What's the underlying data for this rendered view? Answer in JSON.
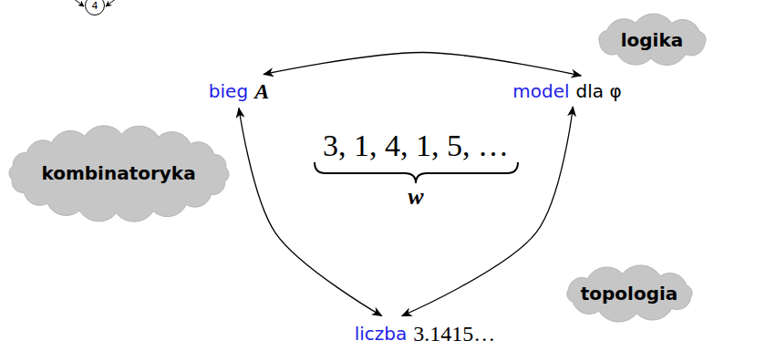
{
  "diagram": {
    "nodes": [
      {
        "text": [
          "4"
        ]
      },
      {
        "text": [
          "logika"
        ]
      },
      {
        "text": [
          "bieg",
          "A"
        ]
      },
      {
        "text": [
          "model",
          "dla φ"
        ]
      },
      {
        "text": [
          "kombinatoryka"
        ]
      },
      {
        "text": [
          "topologia"
        ]
      },
      {
        "text": [
          "liczba",
          "3.1415…"
        ]
      }
    ],
    "edges": [
      {
        "from": 2,
        "to": 3,
        "arrow": "both"
      },
      {
        "from": 2,
        "to": 6,
        "arrow": "both"
      },
      {
        "from": 3,
        "to": 6,
        "arrow": "both"
      }
    ],
    "labels": [
      "3, 1, 4, 1, 5, …",
      "w"
    ]
  }
}
